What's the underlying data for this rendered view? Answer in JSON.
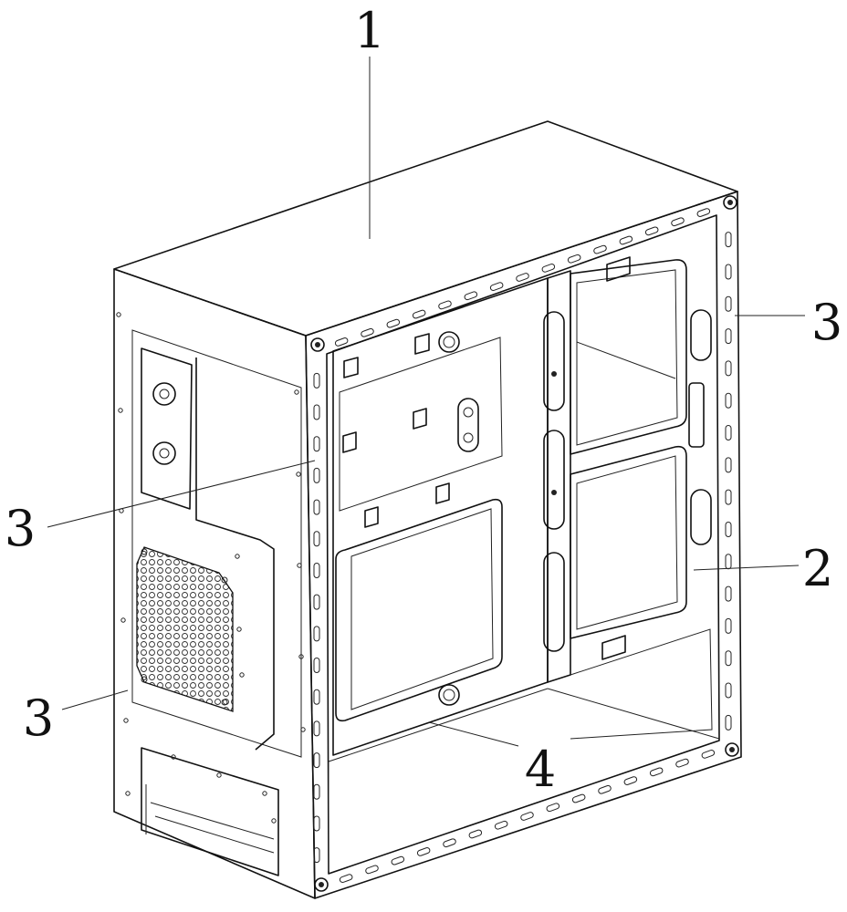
{
  "callouts": [
    {
      "id": "callout-1-top",
      "text": "1"
    },
    {
      "id": "callout-3-upper-right",
      "text": "3"
    },
    {
      "id": "callout-3-left-middle",
      "text": "3"
    },
    {
      "id": "callout-2-right",
      "text": "2"
    },
    {
      "id": "callout-3-left-lower",
      "text": "3"
    },
    {
      "id": "callout-4-bottom",
      "text": "4"
    }
  ]
}
